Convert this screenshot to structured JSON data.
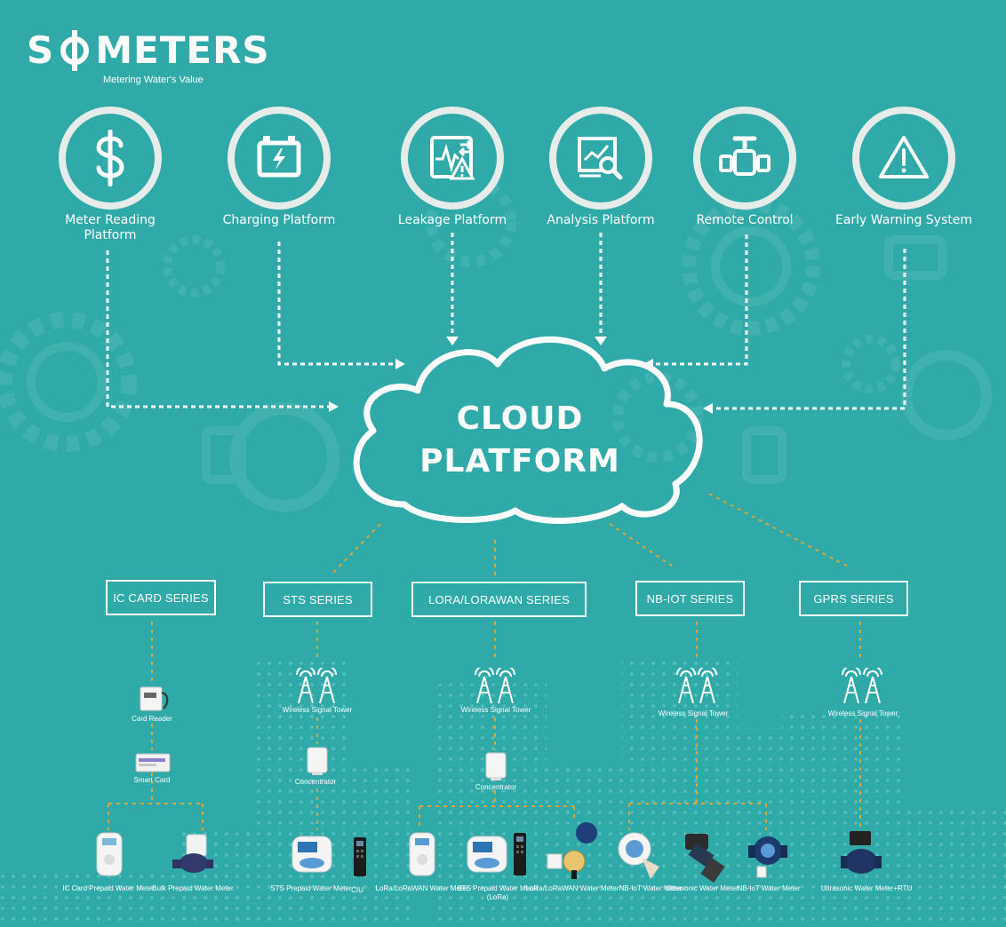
{
  "logo": {
    "brand_left": "S",
    "brand_right": "METERS",
    "tagline": "Metering Water's Value"
  },
  "platforms": [
    {
      "label": "Meter Reading Platform",
      "icon": "dollar-icon"
    },
    {
      "label": "Charging Platform",
      "icon": "battery-charge-icon"
    },
    {
      "label": "Leakage Platform",
      "icon": "leak-warning-icon"
    },
    {
      "label": "Analysis Platform",
      "icon": "chart-magnifier-icon"
    },
    {
      "label": "Remote Control",
      "icon": "valve-icon"
    },
    {
      "label": "Early Warning System",
      "icon": "warning-triangle-icon"
    }
  ],
  "cloud": {
    "line1": "CLOUD",
    "line2": "PLATFORM"
  },
  "series": [
    {
      "label": "IC CARD SERIES"
    },
    {
      "label": "STS SERIES"
    },
    {
      "label": "LORA/LORAWAN SERIES"
    },
    {
      "label": "NB-IOT SERIES"
    },
    {
      "label": "GPRS SERIES"
    }
  ],
  "captions": {
    "card_reader": "Card Reader",
    "smart_card": "Smart Card",
    "tower": "Wireless Signal Tower",
    "concentrator": "Concentrator",
    "ic_prepaid": "IC Card Prepaid Water Meter",
    "bulk_prepaid": "Bulk Prepaid Water Meter",
    "sts_prepaid": "STS Prepaid Water Meter",
    "ciu": "CIU",
    "lora_meter": "LoRa/LoRaWAN Water Meter",
    "sts_lora": "STS Prepaid Water Meter (LoRa)",
    "lora_meter_2": "LoRa/LoRaWAN Water Meter",
    "nbiot_meter": "NB-IoT Water Meter",
    "ultrasonic": "Ultrasonic Water Meter",
    "nbiot_meter_2": "NB-IoT Water Meter",
    "ultrasonic_rtu": "Ultrasonic Water Meter+RTU"
  },
  "colors": {
    "background": "#30a9a9",
    "ring": "#e6ece9",
    "connector": "#d9a73a",
    "white": "#ffffff"
  }
}
